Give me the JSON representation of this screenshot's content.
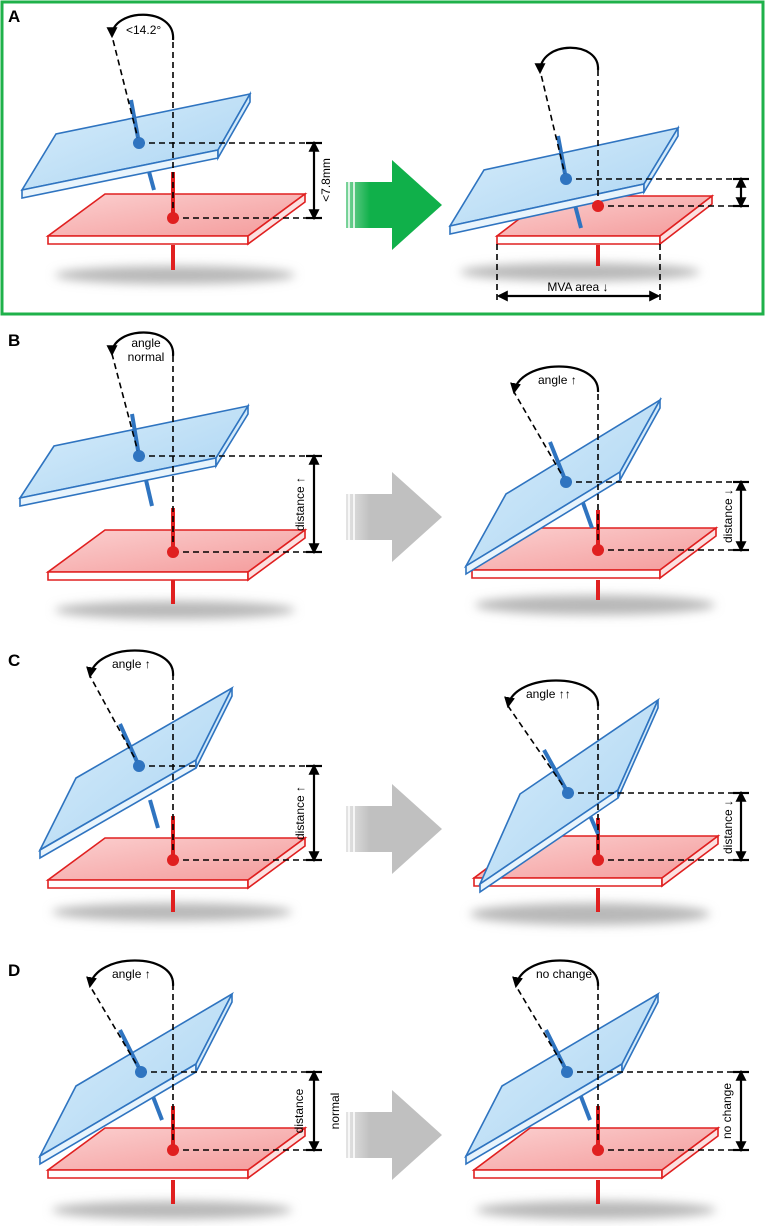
{
  "colors": {
    "panel_border_A": "#1fb14a",
    "arrow_active": "#10b04a",
    "arrow_inactive": "#c0c0c0",
    "plate_blue_fill": "#bfe0f7",
    "plate_blue_stroke": "#2f74c0",
    "plate_red_fill": "#f7b3b3",
    "plate_red_stroke": "#e02020",
    "axis_blue": "#2f74c0",
    "axis_red": "#e02020"
  },
  "panels": [
    {
      "letter": "A",
      "before": {
        "angle_label": "<14.2°",
        "distance_label": "<7.8mm"
      },
      "after": {
        "angle_label": "",
        "distance_label": "",
        "area_label": "MVA area ↓"
      }
    },
    {
      "letter": "B",
      "before": {
        "angle_label_line1": "angle",
        "angle_label_line2": "normal",
        "distance_label": "distance ↑"
      },
      "after": {
        "angle_label": "angle ↑",
        "distance_label": "distance ↓"
      }
    },
    {
      "letter": "C",
      "before": {
        "angle_label": "angle ↑",
        "distance_label": "distance ↑"
      },
      "after": {
        "angle_label": "angle ↑↑",
        "distance_label": "distance ↓"
      }
    },
    {
      "letter": "D",
      "before": {
        "angle_label": "angle ↑",
        "distance_label_line1": "distance",
        "distance_label_line2": "normal"
      },
      "after": {
        "angle_label": "no change",
        "distance_label": "no change"
      }
    }
  ]
}
